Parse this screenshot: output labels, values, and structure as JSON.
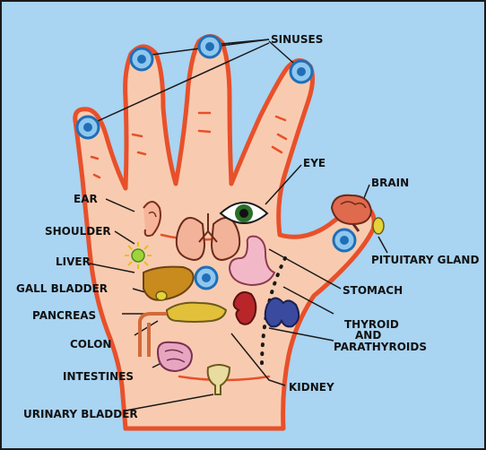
{
  "colors": {
    "background": "#a9d4f2",
    "skin": "#f8cbb0",
    "hand_outline": "#e8502a",
    "point_ring": "#1f6fb8",
    "point_fill": "#8fc7ee"
  },
  "labels": {
    "sinuses": "SINUSES",
    "eye": "EYE",
    "brain": "BRAIN",
    "ear": "EAR",
    "shoulder": "SHOULDER",
    "pituitary_gland": "PITUITARY GLAND",
    "liver": "LIVER",
    "gall_bladder": "GALL BLADDER",
    "stomach": "STOMACH",
    "pancreas": "PANCREAS",
    "thyroid_line1": "THYROID",
    "thyroid_line2": "AND",
    "thyroid_line3": "PARATHYROIDS",
    "colon": "COLON",
    "intestines": "INTESTINES",
    "kidney": "KIDNEY",
    "urinary_bladder": "URINARY BLADDER"
  },
  "icons": [
    "pressure-point-icon",
    "lungs-icon",
    "eye-icon",
    "ear-icon",
    "sun-icon",
    "brain-icon",
    "gland-icon",
    "liver-icon",
    "stomach-icon",
    "pancreas-icon",
    "kidney-icon",
    "thyroid-icon",
    "colon-icon",
    "intestines-icon",
    "bladder-icon"
  ]
}
